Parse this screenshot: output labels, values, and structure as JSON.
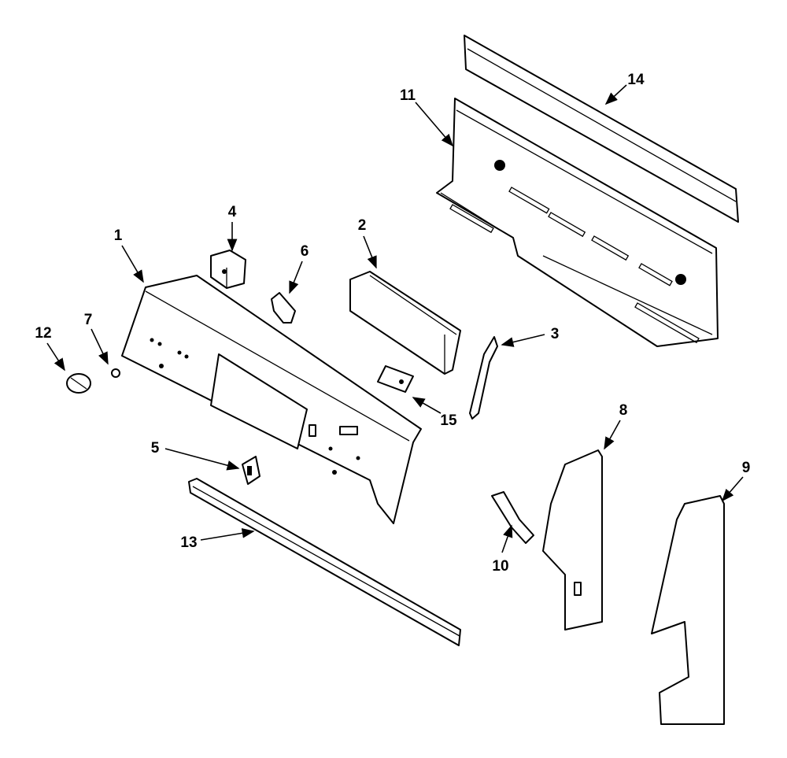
{
  "diagram": {
    "type": "exploded-parts-view",
    "callouts": [
      "1",
      "2",
      "3",
      "4",
      "5",
      "6",
      "7",
      "8",
      "9",
      "10",
      "11",
      "12",
      "13",
      "14",
      "15"
    ]
  }
}
